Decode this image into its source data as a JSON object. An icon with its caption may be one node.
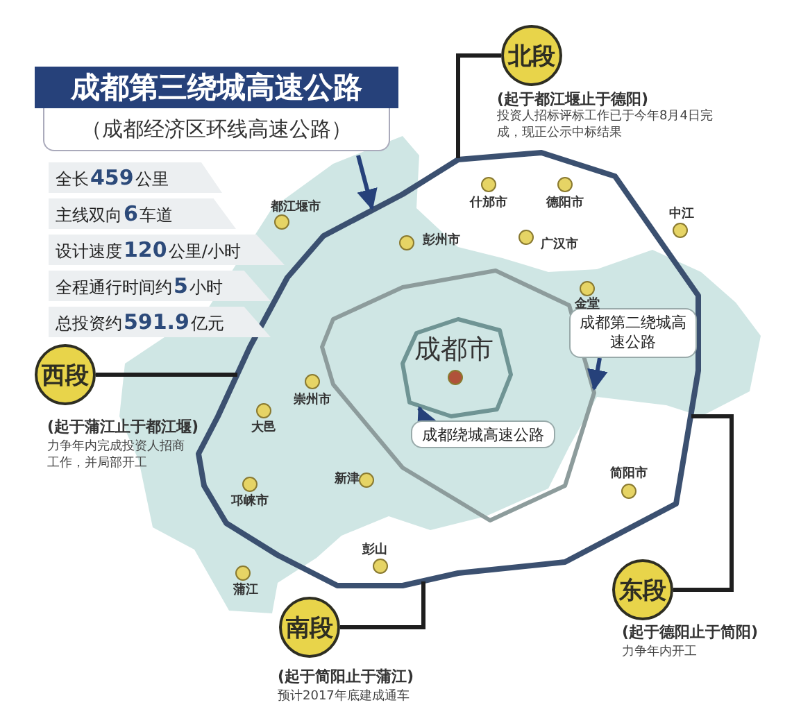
{
  "diagram": {
    "nodes": [
      {
        "text": [
          "成都第三绕城高速公路",
          "（成都经济区环线高速公路）"
        ]
      },
      {
        "text": [
          "全长**459**公里"
        ]
      },
      {
        "text": [
          "主线双向**6**车道"
        ]
      },
      {
        "text": [
          "设计速度**120**公里/小时"
        ]
      },
      {
        "text": [
          "全程通行时间约**5**小时"
        ]
      },
      {
        "text": [
          "总投资约**591.9**亿元"
        ]
      },
      {
        "text": [
          "北段"
        ],
        "beside": [
          "(起于都江堰止于德阳)",
          "投资人招标评标工作已于今年8月4日完成，现正公示中标结果"
        ]
      },
      {
        "text": [
          "西段"
        ],
        "beside": [
          "(起于蒲江止于都江堰)",
          "力争年内完成投资人招商工作，并局部开工"
        ]
      },
      {
        "text": [
          "南段"
        ],
        "beside": [
          "(起于简阳止于蒲江)",
          "预计2017年底建成通车"
        ]
      },
      {
        "text": [
          "东段"
        ],
        "beside": [
          "(起于德阳止于简阳)",
          "力争年内开工"
        ]
      },
      {
        "text": [],
        "shape": "ring"
      },
      {
        "text": [],
        "shape": "ring",
        "in": 10
      },
      {
        "text": [],
        "shape": "ring",
        "in": 11
      },
      {
        "text": [
          "成都第二绕城高速公路"
        ],
        "in": 10
      },
      {
        "text": [
          "成都绕城高速公路"
        ],
        "in": 11
      }
    ],
    "edges": [
      {
        "from": 0,
        "to": 10,
        "arrow": "to",
        "color": "#26417a"
      },
      {
        "from": 6,
        "to": 10,
        "arrow": "none"
      },
      {
        "from": 7,
        "to": 10,
        "arrow": "none"
      },
      {
        "from": 8,
        "to": 10,
        "arrow": "none"
      },
      {
        "from": 9,
        "to": 10,
        "arrow": "none"
      },
      {
        "from": 13,
        "to": 11,
        "arrow": "to",
        "color": "#26417a"
      },
      {
        "from": 14,
        "to": 12,
        "arrow": "to",
        "color": "#26417a"
      }
    ],
    "labels": [
      "什邡市",
      "德阳市",
      "都江堰市",
      "中江",
      "彭州市",
      "广汉市",
      "金堂",
      "成都市",
      "崇州市",
      "大邑",
      "简阳市",
      "新津",
      "邛崃市",
      "彭山",
      "蒲江"
    ]
  }
}
